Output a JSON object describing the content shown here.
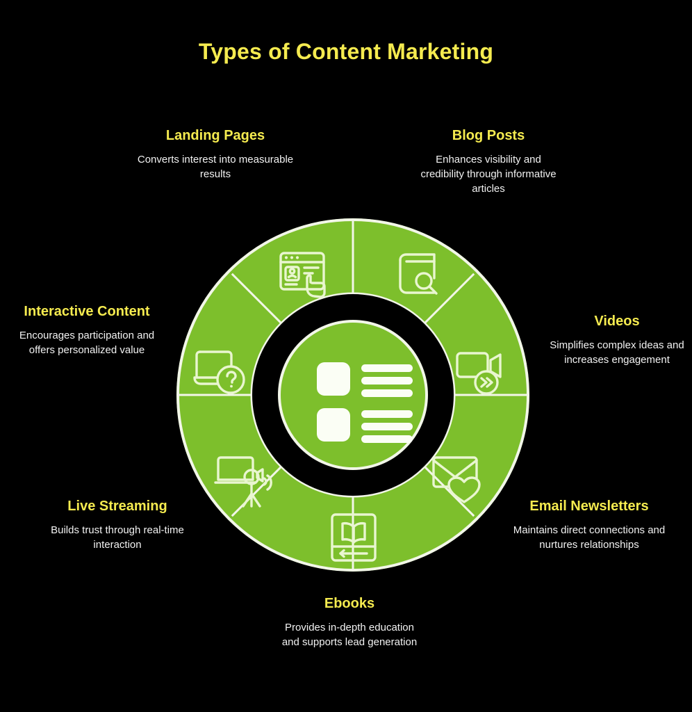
{
  "title": "Types of Content Marketing",
  "theme": {
    "background": "#000000",
    "accent_green": "#7DBF2C",
    "title_yellow": "#F5EB4F",
    "body_white": "#F2F2F2",
    "stroke_white": "#F2F6E8"
  },
  "center": {
    "icon": "content-list-icon"
  },
  "items": [
    {
      "key": "landing-pages",
      "title": "Landing Pages",
      "desc": "Converts interest into measurable results",
      "icon": "landing-page-click-icon",
      "position": "top-left"
    },
    {
      "key": "blog-posts",
      "title": "Blog Posts",
      "desc": "Enhances visibility and credibility through informative articles",
      "icon": "book-search-icon",
      "position": "top-right"
    },
    {
      "key": "interactive-content",
      "title": "Interactive Content",
      "desc": "Encourages participation and offers personalized value",
      "icon": "laptop-question-icon",
      "position": "left"
    },
    {
      "key": "videos",
      "title": "Videos",
      "desc": "Simplifies complex ideas and increases engagement",
      "icon": "video-camera-play-icon",
      "position": "right"
    },
    {
      "key": "live-streaming",
      "title": "Live Streaming",
      "desc": "Builds trust through real-time interaction",
      "icon": "laptop-tripod-camera-icon",
      "position": "bottom-left"
    },
    {
      "key": "email-newsletters",
      "title": "Email Newsletters",
      "desc": "Maintains direct connections and nurtures relationships",
      "icon": "envelope-heart-icon",
      "position": "bottom-right"
    },
    {
      "key": "ebooks",
      "title": "Ebooks",
      "desc": "Provides in-depth education and supports lead generation",
      "icon": "ebook-reader-icon",
      "position": "bottom"
    }
  ]
}
